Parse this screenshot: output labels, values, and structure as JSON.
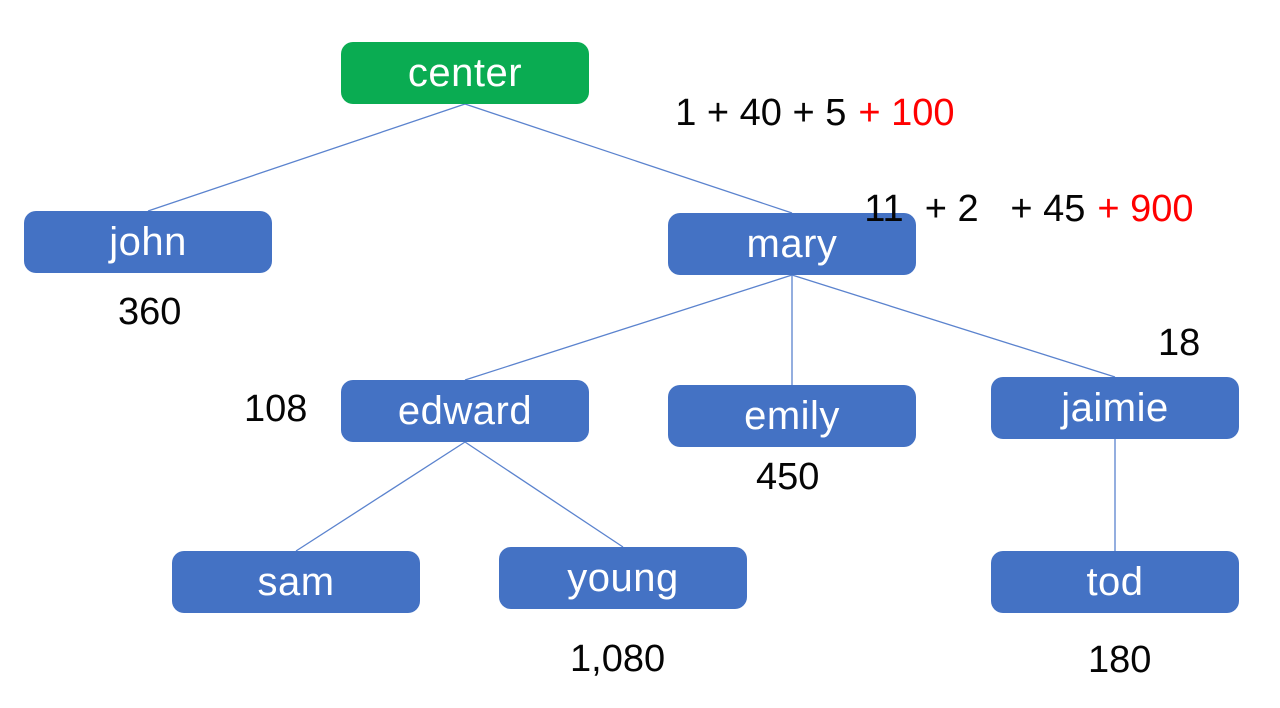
{
  "colors": {
    "node_blue": "#4472c4",
    "node_green": "#0aac52",
    "connector_blue": "#5b83ce",
    "text_black": "#050505",
    "text_red": "#ff0000",
    "node_text": "#ffffff",
    "background": "#ffffff"
  },
  "nodes": {
    "center": {
      "label": "center"
    },
    "john": {
      "label": "john"
    },
    "mary": {
      "label": "mary"
    },
    "edward": {
      "label": "edward"
    },
    "emily": {
      "label": "emily"
    },
    "jaimie": {
      "label": "jaimie"
    },
    "sam": {
      "label": "sam"
    },
    "young": {
      "label": "young"
    },
    "tod": {
      "label": "tod"
    }
  },
  "values": {
    "john": "360",
    "edward": "108",
    "emily": "450",
    "jaimie": "18",
    "young": "1,080",
    "tod": "180"
  },
  "expressions": {
    "center": {
      "base": "1 + 40 + 5",
      "highlight": "+ 100"
    },
    "mary": {
      "base": "11  + 2   + 45",
      "highlight": "+ 900"
    }
  },
  "tree": {
    "center": [
      "john",
      "mary"
    ],
    "mary": [
      "edward",
      "emily",
      "jaimie"
    ],
    "edward": [
      "sam",
      "young"
    ],
    "jaimie": [
      "tod"
    ]
  }
}
